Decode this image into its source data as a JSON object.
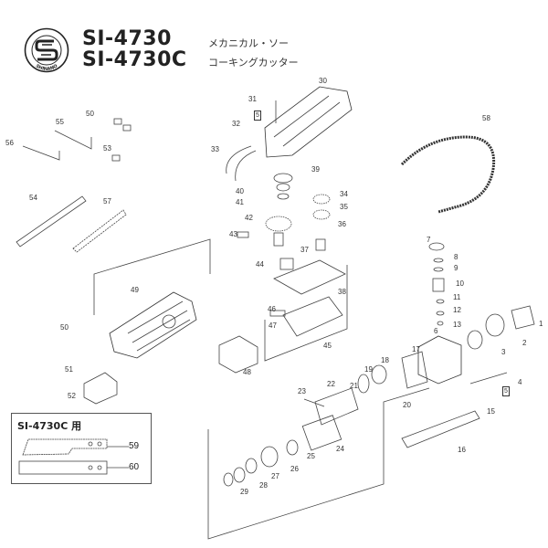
{
  "header": {
    "brand": "SHINANO",
    "models": [
      "SI-4730",
      "SI-4730C"
    ],
    "product_names": [
      "メカニカル・ソー",
      "コーキングカッター"
    ]
  },
  "parts": {
    "p1": "1",
    "p2": "2",
    "p3": "3",
    "p4": "4",
    "p5a": "5",
    "p5b": "5",
    "p6": "6",
    "p7": "7",
    "p8": "8",
    "p9": "9",
    "p10": "10",
    "p11": "11",
    "p12": "12",
    "p13": "13",
    "p15": "15",
    "p16": "16",
    "p17": "17",
    "p18": "18",
    "p19": "19",
    "p20": "20",
    "p21": "21",
    "p22": "22",
    "p23": "23",
    "p24": "24",
    "p25": "25",
    "p26": "26",
    "p27": "27",
    "p28": "28",
    "p29": "29",
    "p30": "30",
    "p31": "31",
    "p32": "32",
    "p33": "33",
    "p34": "34",
    "p35": "35",
    "p36": "36",
    "p37": "37",
    "p38": "38",
    "p39": "39",
    "p40": "40",
    "p41": "41",
    "p42": "42",
    "p43": "43",
    "p44": "44",
    "p45": "45",
    "p46": "46",
    "p47": "47",
    "p48": "48",
    "p49": "49",
    "p50a": "50",
    "p50b": "50",
    "p51": "51",
    "p52": "52",
    "p53": "53",
    "p54": "54",
    "p55": "55",
    "p56": "56",
    "p57": "57",
    "p58": "58"
  },
  "inset": {
    "title": "SI-4730C 用",
    "blades": [
      "59",
      "60"
    ]
  }
}
